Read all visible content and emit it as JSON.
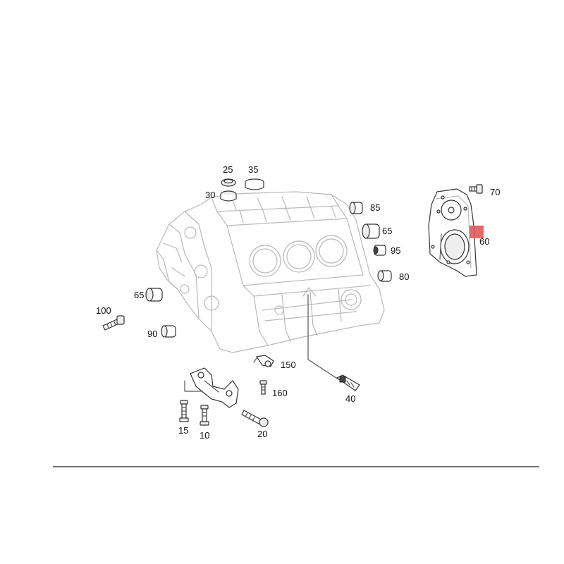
{
  "diagram": {
    "highlight_color": "#e05a5a",
    "line_color": "#b9b9b9",
    "callouts": [
      {
        "id": "c25",
        "text": "25"
      },
      {
        "id": "c35",
        "text": "35"
      },
      {
        "id": "c30",
        "text": "30"
      },
      {
        "id": "c85",
        "text": "85"
      },
      {
        "id": "c65a",
        "text": "65"
      },
      {
        "id": "c95",
        "text": "95"
      },
      {
        "id": "c80",
        "text": "80"
      },
      {
        "id": "c70",
        "text": "70"
      },
      {
        "id": "c60",
        "text": "60"
      },
      {
        "id": "c65b",
        "text": "65"
      },
      {
        "id": "c100",
        "text": "100"
      },
      {
        "id": "c90",
        "text": "90"
      },
      {
        "id": "c150",
        "text": "150"
      },
      {
        "id": "c160",
        "text": "160"
      },
      {
        "id": "c40",
        "text": "40"
      },
      {
        "id": "c15",
        "text": "15"
      },
      {
        "id": "c10",
        "text": "10"
      },
      {
        "id": "c20",
        "text": "20"
      }
    ]
  }
}
